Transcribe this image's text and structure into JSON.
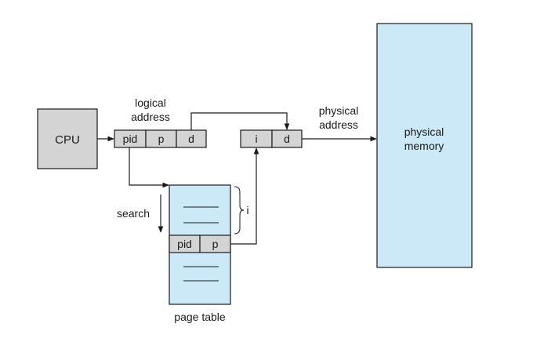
{
  "cpu": {
    "label": "CPU"
  },
  "logical_address": {
    "caption_line1": "logical",
    "caption_line2": "address",
    "fields": [
      "pid",
      "p",
      "d"
    ]
  },
  "physical_address": {
    "caption_line1": "physical",
    "caption_line2": "address",
    "fields": [
      "i",
      "d"
    ]
  },
  "physical_memory": {
    "label_line1": "physical",
    "label_line2": "memory"
  },
  "page_table": {
    "caption": "page table",
    "entry_fields": [
      "pid",
      "p"
    ],
    "index_label": "i"
  },
  "search_label": "search",
  "colors": {
    "cpu_fill": "#d4d4d4",
    "register_fill": "#d4d4d4",
    "page_table_fill": "#cce9f7",
    "memory_fill": "#cce9f7",
    "stroke": "#1a1a1a"
  }
}
